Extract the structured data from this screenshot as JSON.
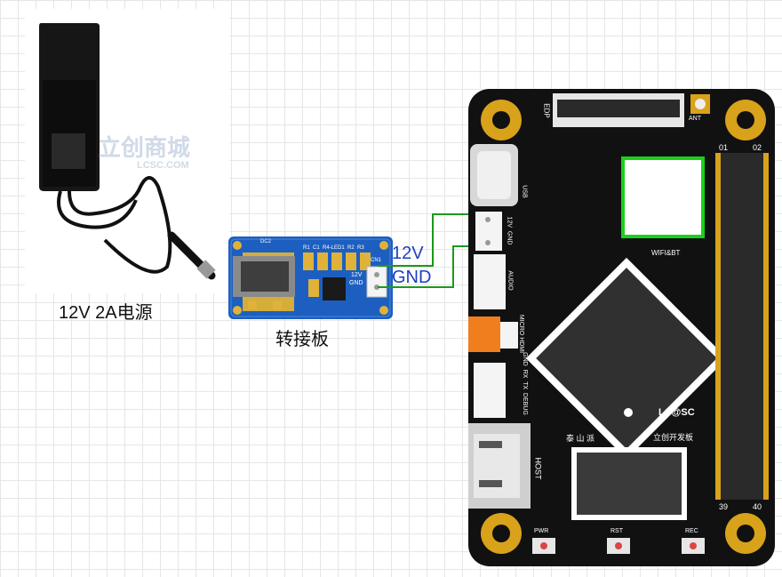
{
  "adapter": {
    "caption": "12V 2A电源",
    "watermark_cn": "立创商城",
    "watermark_en": "LCSC.COM"
  },
  "converter": {
    "caption": "转接板",
    "silk_dc": "DC2",
    "silk_parts": "R1  C1  R4-LED1  R2  R3",
    "silk_cn": "CN1",
    "silk_12v": "12V",
    "silk_gnd": "GND"
  },
  "wires": {
    "label_12v": "12V",
    "label_gnd": "GND",
    "color_12v": "#1a9a1a",
    "color_gnd": "#1a9a1a"
  },
  "board": {
    "edp": "EDP",
    "ant": "ANT",
    "usb": "USB",
    "power": "12V  GND",
    "audio": "AUDIO",
    "micro_hdmi": "MICRO HDMI",
    "debug": "GND  RX  TX  DEBUG",
    "host": "HOST",
    "wifi": "WIFI&BT",
    "pin_01": "01",
    "pin_02": "02",
    "pin_39": "39",
    "pin_40": "40",
    "logo_tsp": "泰 山 派",
    "logo_lcsc": "LC@SC",
    "logo_dev": "立创开发板",
    "btn_pwr": "PWR",
    "btn_rst": "RST",
    "btn_rec": "REC",
    "board_color": "#111111",
    "pad_color": "#d8a21a",
    "orange": "#f07e1e",
    "wifi_outline": "#19d119"
  }
}
